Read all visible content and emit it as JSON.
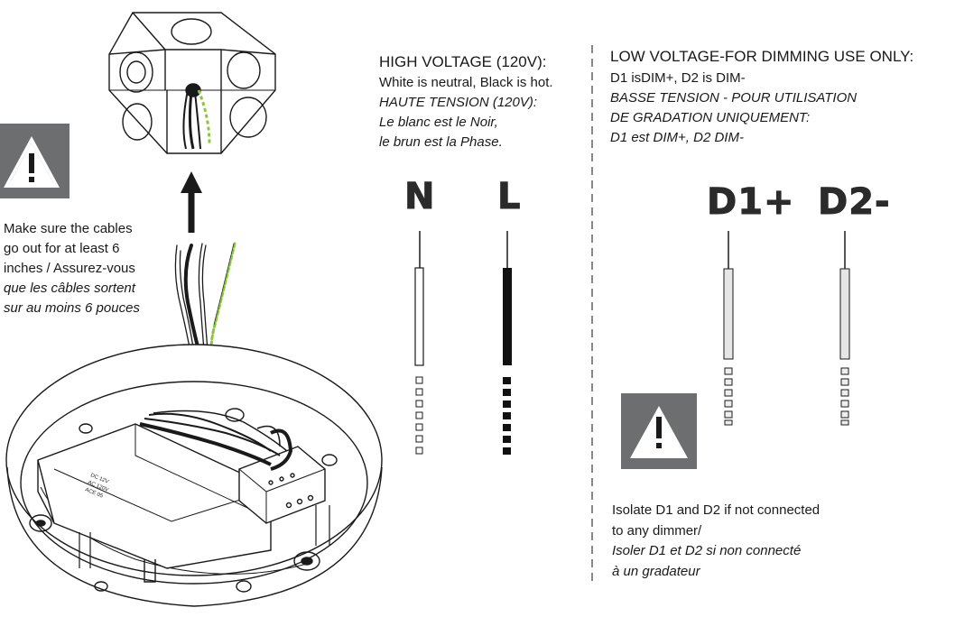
{
  "colors": {
    "warning_box": "#6d6e70",
    "ground_wire": "#8cc63f",
    "line_art": "#1a1a1a"
  },
  "cable_note": {
    "line1": "Make sure the cables",
    "line2": "go out for at least 6",
    "line3": "inches / Assurez-vous",
    "line4": "que les câbles sortent",
    "line5": "sur au moins 6 pouces"
  },
  "high_voltage": {
    "title": "HIGH VOLTAGE (120V):",
    "line1": "White is neutral, Black is hot.",
    "fr_title": "HAUTE TENSION (120V):",
    "fr_line1": "Le blanc est le Noir,",
    "fr_line2": "le brun est la Phase.",
    "label_n": "N",
    "label_l": "L"
  },
  "low_voltage": {
    "title": "LOW VOLTAGE-FOR DIMMING USE ONLY:",
    "line1": "D1 isDIM+, D2 is DIM-",
    "fr_line1": "BASSE TENSION - POUR UTILISATION",
    "fr_line2": "DE GRADATION UNIQUEMENT:",
    "fr_line3": "D1 est DIM+, D2 DIM-",
    "label_d1": "D1+",
    "label_d2": "D2-"
  },
  "isolate_note": {
    "line1": "Isolate D1 and D2 if not connected",
    "line2": "to any dimmer/",
    "fr_line1": "Isoler D1 et D2 si non connecté",
    "fr_line2": "à un gradateur"
  },
  "driver_label": {
    "line1": "DC 12V",
    "line2": "AC 120V",
    "line3": "ACE 05"
  }
}
